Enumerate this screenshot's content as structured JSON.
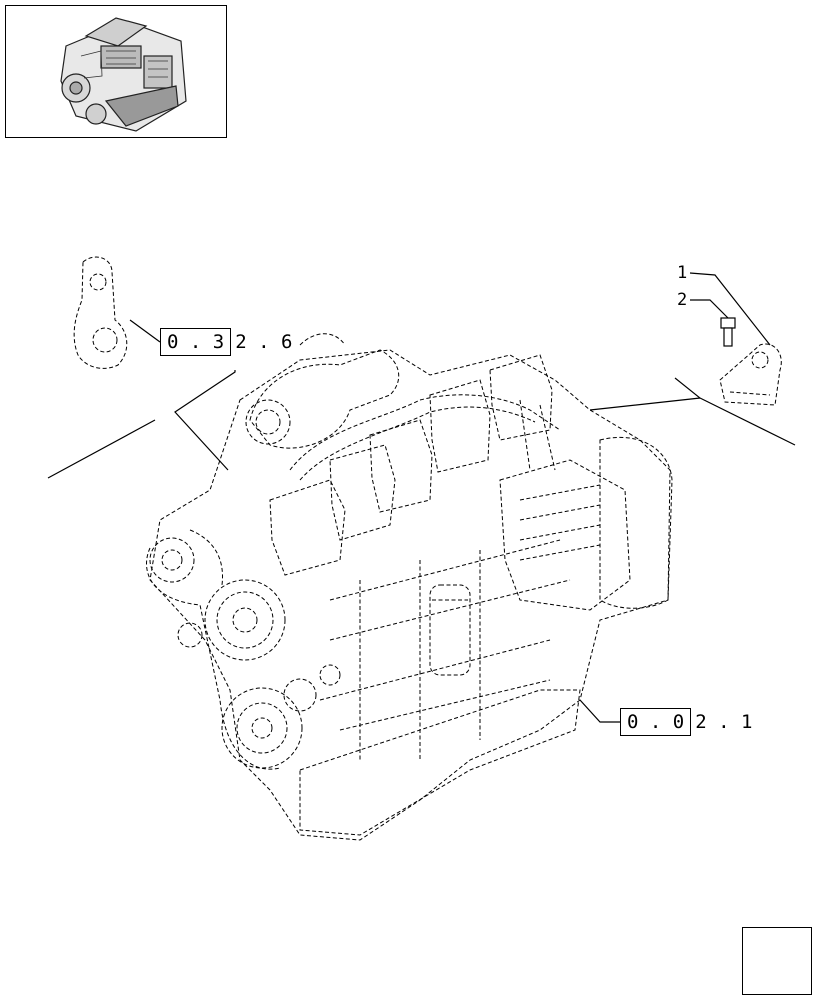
{
  "thumbnail": {
    "icon": "engine-thumbnail-icon"
  },
  "diagram": {
    "references": [
      {
        "boxed": "0 . 3",
        "rest": "2 . 6"
      },
      {
        "boxed": "0 . 0",
        "rest": "2 . 1"
      }
    ],
    "callouts": [
      {
        "label": "1"
      },
      {
        "label": "2"
      }
    ]
  },
  "navigation": {
    "icon": "arrow-back-icon"
  },
  "colors": {
    "line": "#000000",
    "background": "#ffffff"
  }
}
